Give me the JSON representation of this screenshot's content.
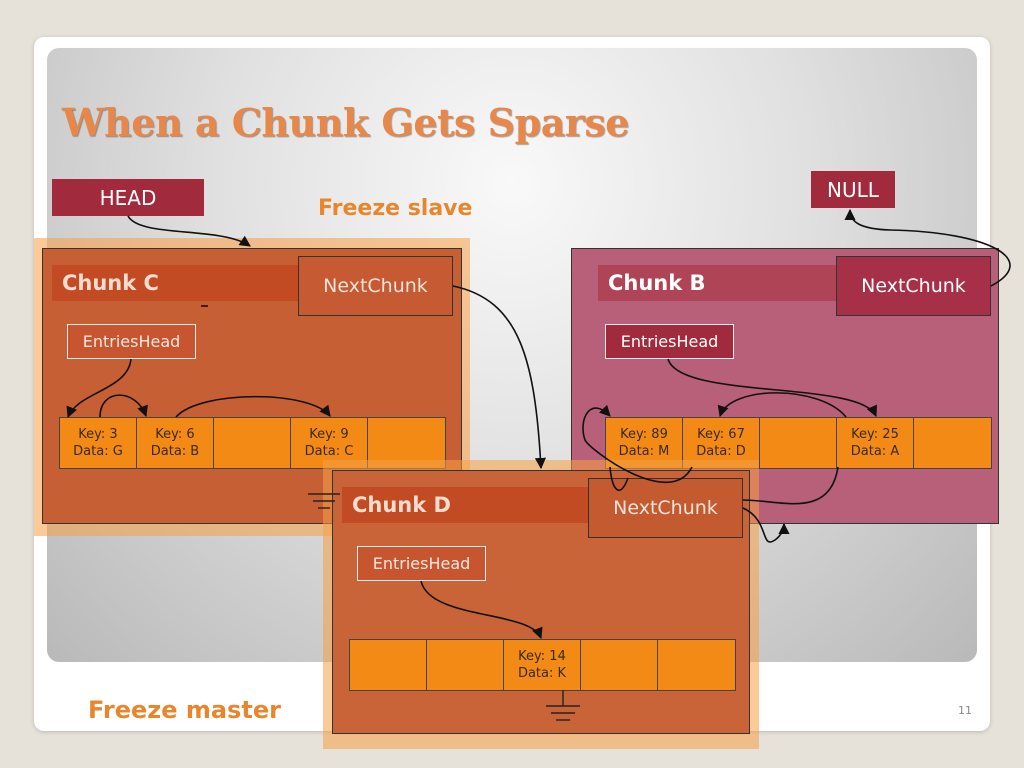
{
  "slide": {
    "title": "When a Chunk Gets Sparse",
    "page_number": "11"
  },
  "head_label": "HEAD",
  "null_label": "NULL",
  "freeze_slave_label": "Freeze slave",
  "freeze_master_label": "Freeze master",
  "chunk_c": {
    "label": "Chunk C",
    "next_label": "NextChunk",
    "entries_head_label": "EntriesHead",
    "cells": [
      {
        "key": "Key: 3",
        "data": "Data: G"
      },
      {
        "key": "Key: 6",
        "data": "Data: B"
      },
      {
        "key": "",
        "data": ""
      },
      {
        "key": "Key: 9",
        "data": "Data: C"
      },
      {
        "key": "",
        "data": ""
      }
    ]
  },
  "chunk_b": {
    "label": "Chunk B",
    "next_label": "NextChunk",
    "entries_head_label": "EntriesHead",
    "cells": [
      {
        "key": "Key: 89",
        "data": "Data: M"
      },
      {
        "key": "Key: 67",
        "data": "Data: D"
      },
      {
        "key": "",
        "data": ""
      },
      {
        "key": "Key: 25",
        "data": "Data: A"
      },
      {
        "key": "",
        "data": ""
      }
    ]
  },
  "chunk_d": {
    "label": "Chunk D",
    "next_label": "NextChunk",
    "entries_head_label": "EntriesHead",
    "cells": [
      {
        "key": "",
        "data": ""
      },
      {
        "key": "",
        "data": ""
      },
      {
        "key": "Key: 14",
        "data": "Data: K"
      },
      {
        "key": "",
        "data": ""
      },
      {
        "key": "",
        "data": ""
      }
    ]
  },
  "colors": {
    "accent_orange": "#e8874a",
    "head_red": "#a12a3c",
    "cell_orange": "#f28a15"
  }
}
